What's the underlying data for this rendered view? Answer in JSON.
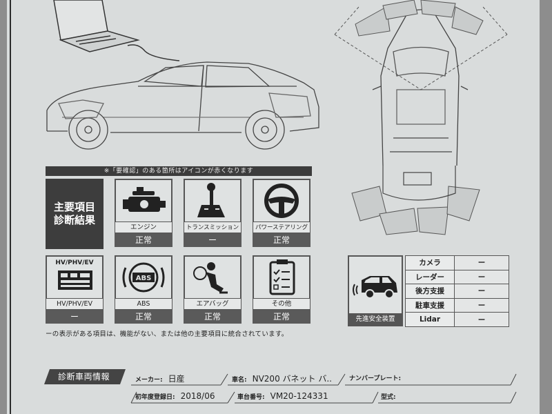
{
  "notice": "※「要確認」のある箇所はアイコンが赤くなります",
  "main_card": {
    "line1": "主要項目",
    "line2": "診断結果"
  },
  "cards": [
    {
      "label": "エンジン",
      "status": "正常",
      "icon": "engine-icon"
    },
    {
      "label": "トランスミッション",
      "status": "ー",
      "icon": "gear-shift-icon"
    },
    {
      "label": "パワーステアリング",
      "status": "正常",
      "icon": "steering-wheel-icon"
    },
    {
      "label": "HV/PHV/EV",
      "status": "ー",
      "icon": "hv-battery-icon",
      "header": "HV/PHV/EV"
    },
    {
      "label": "ABS",
      "status": "正常",
      "icon": "abs-icon",
      "icon_text": "ABS"
    },
    {
      "label": "エアバッグ",
      "status": "正常",
      "icon": "airbag-icon"
    },
    {
      "label": "その他",
      "status": "正常",
      "icon": "checklist-icon"
    }
  ],
  "adas": {
    "caption": "先進安全装置",
    "icon": "car-sensor-icon",
    "rows": [
      {
        "name": "カメラ",
        "value": "ー"
      },
      {
        "name": "レーダー",
        "value": "ー"
      },
      {
        "name": "後方支援",
        "value": "ー"
      },
      {
        "name": "駐車支援",
        "value": "ー"
      },
      {
        "name": "Lidar",
        "value": "ー"
      }
    ]
  },
  "footnote": "ーの表示がある項目は、機能がない、または他の主要項目に統合されています。",
  "vehicle_info": {
    "section_title": "診断車両情報",
    "maker_label": "メーカー:",
    "maker_value": "日産",
    "model_label": "車名:",
    "model_value": "NV200 バネット バ..",
    "plate_label": "ナンバープレート:",
    "plate_value": "",
    "reg_label": "初年度登録日:",
    "reg_value": "2018/06",
    "chassis_label": "車台番号:",
    "chassis_value": "VM20-124331",
    "type_label": "型式:",
    "type_value": ""
  }
}
